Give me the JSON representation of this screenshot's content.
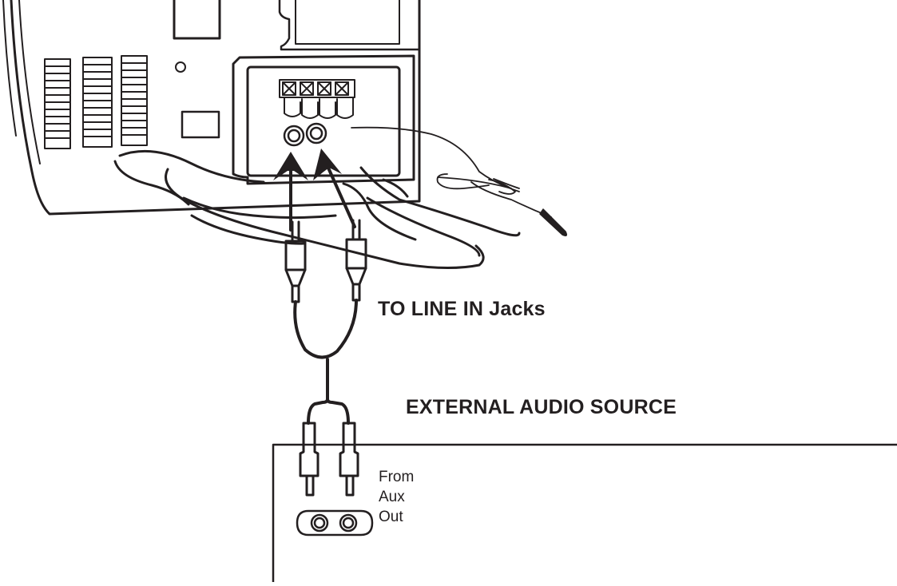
{
  "labels": {
    "line_in": "TO LINE IN Jacks",
    "source": "EXTERNAL AUDIO SOURCE",
    "aux_from": "From",
    "aux_aux": "Aux",
    "aux_out": "Out"
  },
  "colors": {
    "ink": "#231f20",
    "background": "#ffffff"
  }
}
